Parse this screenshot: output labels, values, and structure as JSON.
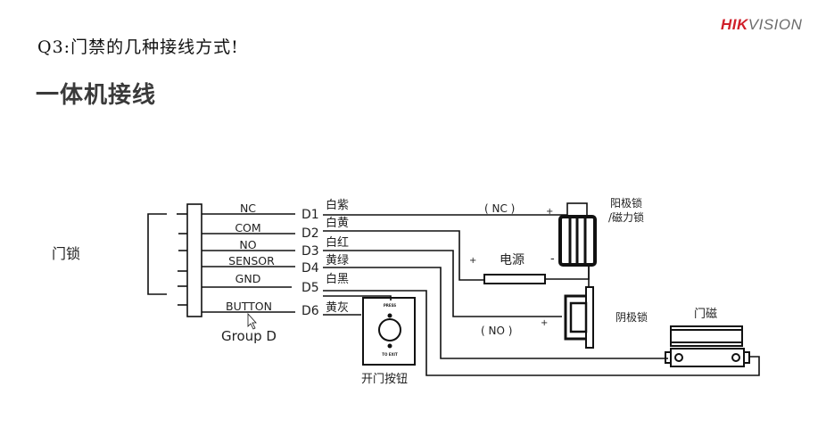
{
  "header": {
    "question_title": "Q3:门禁的几种接线方式!",
    "section_title": "一体机接线",
    "logo_part1": "HIK",
    "logo_part2": "VISION",
    "brand_color": "#d01f2a",
    "logo_gray": "#6b6b6b"
  },
  "diagram": {
    "left_label": "门锁",
    "group_label": "Group D",
    "terminals": [
      {
        "signal": "NC",
        "pin": "D1",
        "wire_color": "白紫"
      },
      {
        "signal": "COM",
        "pin": "D2",
        "wire_color": "白黄"
      },
      {
        "signal": "NO",
        "pin": "D3",
        "wire_color": "白红"
      },
      {
        "signal": "SENSOR",
        "pin": "D4",
        "wire_color": "黄绿"
      },
      {
        "signal": "GND",
        "pin": "D5",
        "wire_color": "白黑"
      },
      {
        "signal": "BUTTON",
        "pin": "D6",
        "wire_color": "黄灰"
      }
    ],
    "nc_label": "( NC )",
    "no_label": "( NO )",
    "power_label": "电源",
    "plus": "+",
    "minus": "-",
    "fail_secure_lock_label_line1": "阳极锁",
    "fail_secure_lock_label_line2": "/磁力锁",
    "fail_safe_lock_label": "阴极锁",
    "door_contact_label": "门磁",
    "exit_button_label": "开门按钮",
    "exit_button_top_text": "PRESS",
    "exit_button_bottom_text": "TO EXIT"
  }
}
